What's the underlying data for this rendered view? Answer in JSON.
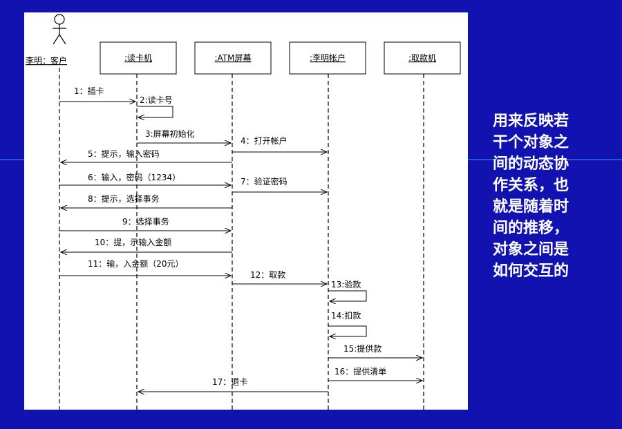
{
  "colors": {
    "background": "#1212b0",
    "panel": "#ffffff",
    "ink": "#000000",
    "side_text": "#ffffff"
  },
  "actor": {
    "label": "李明：客户",
    "icon": "stick-figure-icon"
  },
  "lifelines": [
    {
      "key": "reader",
      "label": ":读卡机"
    },
    {
      "key": "screen",
      "label": ":ATM屏幕"
    },
    {
      "key": "account",
      "label": ":李明帐户"
    },
    {
      "key": "dispenser",
      "label": ":取款机"
    }
  ],
  "messages": [
    {
      "label": "1：插卡",
      "from": "actor",
      "to": "reader"
    },
    {
      "label": "2:读卡号",
      "from": "reader",
      "to": "reader",
      "self": true
    },
    {
      "label": "3:屏幕初始化",
      "from": "reader",
      "to": "screen"
    },
    {
      "label": "4：打开帐户",
      "from": "screen",
      "to": "account"
    },
    {
      "label": "5：提示，输入密码",
      "from": "screen",
      "to": "actor"
    },
    {
      "label": "6：输入，密码（1234）",
      "from": "actor",
      "to": "screen"
    },
    {
      "label": "7：验证密码",
      "from": "screen",
      "to": "account"
    },
    {
      "label": "8：提示，选择事务",
      "from": "screen",
      "to": "actor"
    },
    {
      "label": "9：选择事务",
      "from": "actor",
      "to": "screen"
    },
    {
      "label": "10：提，示输入金额",
      "from": "screen",
      "to": "actor"
    },
    {
      "label": "11：输，入金额（20元）",
      "from": "actor",
      "to": "screen"
    },
    {
      "label": "12：取款",
      "from": "screen",
      "to": "account"
    },
    {
      "label": "13:验款",
      "from": "account",
      "to": "account",
      "self": true
    },
    {
      "label": "14:扣款",
      "from": "account",
      "to": "account",
      "self": true
    },
    {
      "label": "15:提供款",
      "from": "account",
      "to": "dispenser"
    },
    {
      "label": "16：提供清单",
      "from": "account",
      "to": "dispenser"
    },
    {
      "label": "17：退卡",
      "from": "account",
      "to": "reader"
    }
  ],
  "side_text": "用来反映若\n干个对象之\n间的动态协\n作关系，也\n就是随着时\n间的推移，\n对象之间是\n如何交互的"
}
